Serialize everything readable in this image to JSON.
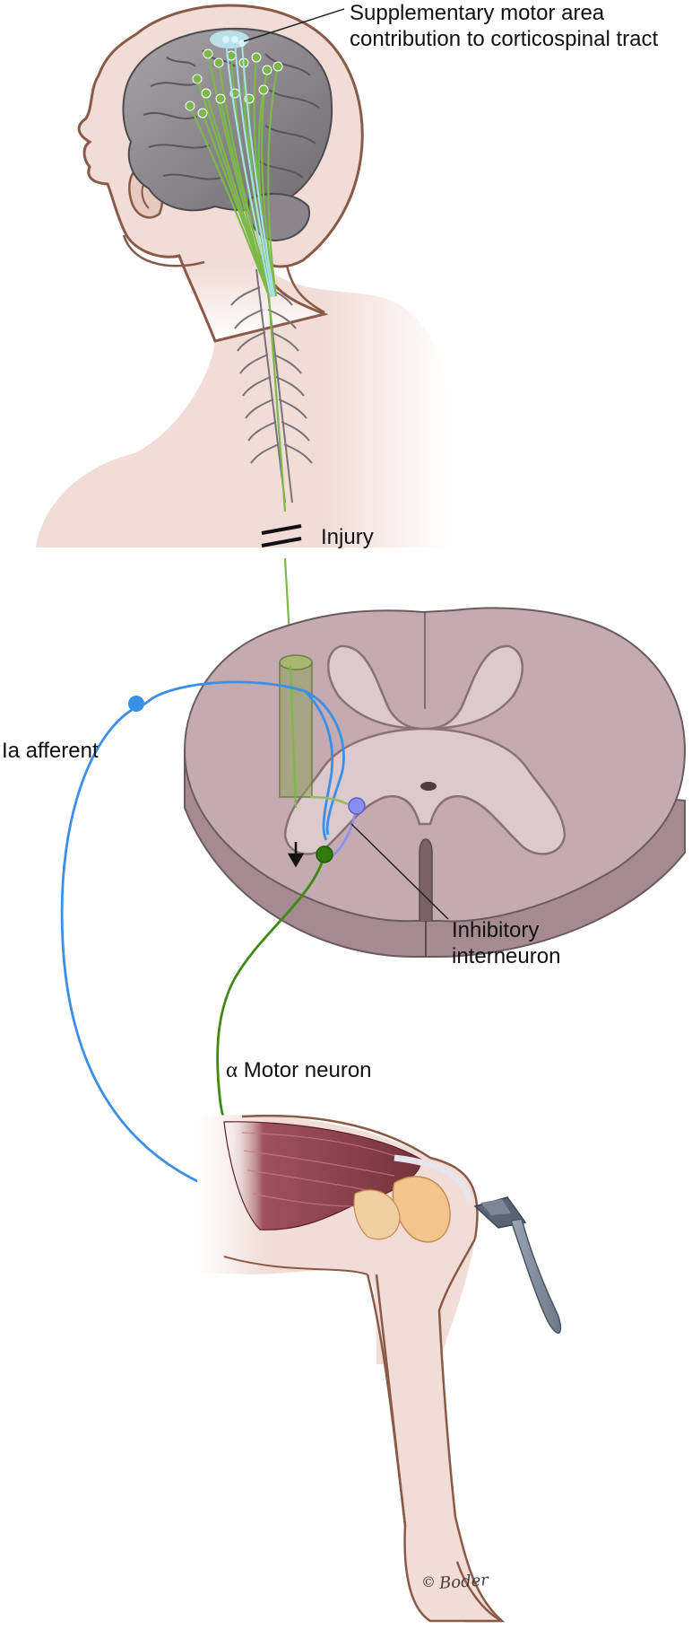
{
  "labels": {
    "sma_line1": "Supplementary motor area",
    "sma_line2": "contribution to corticospinal tract",
    "injury": "Injury",
    "ia_afferent": "Ia afferent",
    "inhibitory_line1": "Inhibitory",
    "inhibitory_line2": "interneuron",
    "alpha_symbol": "α",
    "motor_neuron": "Motor neuron"
  },
  "signature": {
    "copyright_symbol": "©",
    "artist": "Boder"
  },
  "colors": {
    "skin": "#f1dcd6",
    "skin_outline": "#8a5a48",
    "brain": "#8e8b8f",
    "corticospinal_tract": "#7cb84a",
    "sma_tract": "#a8e0ec",
    "spinal_cord": "#bfa6ad",
    "gray_matter": "#d7c6cb",
    "ia_afferent": "#3b8fe6",
    "interneuron": "#8a8ef0",
    "motor_neuron": "#3e8a14",
    "muscle": "#8a3a45",
    "reflex_hammer": "#8894a4"
  }
}
